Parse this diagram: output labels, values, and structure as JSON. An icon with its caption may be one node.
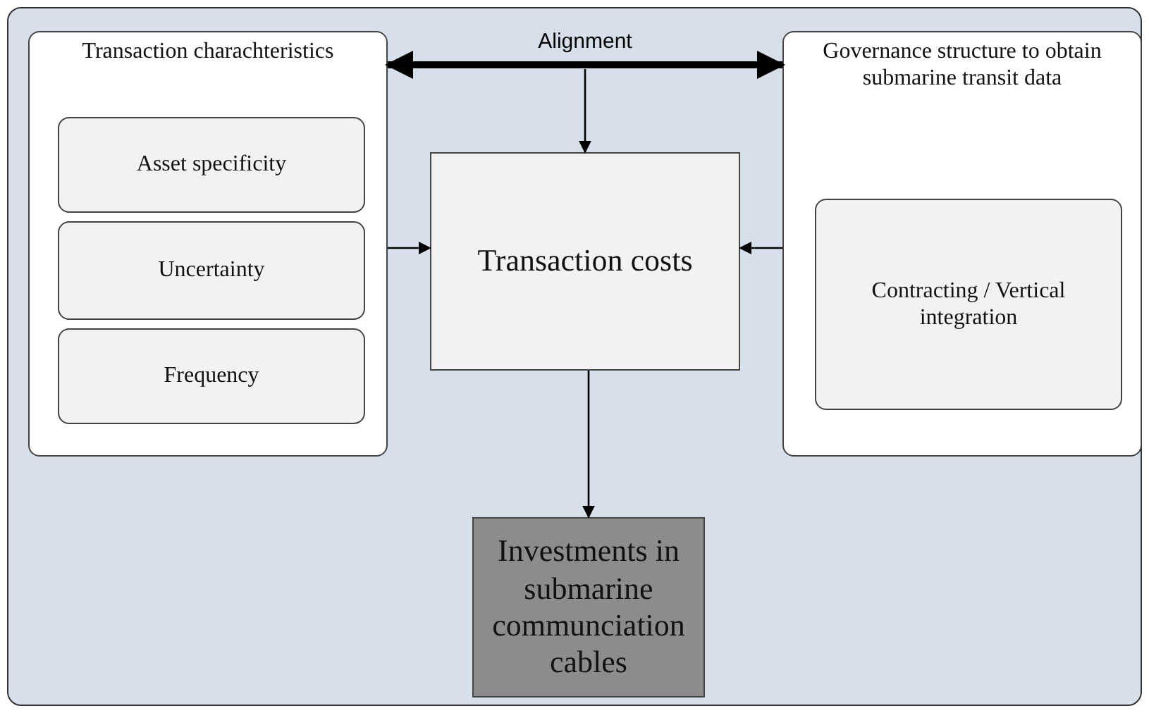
{
  "diagram": {
    "nodes": [
      {
        "text": [
          "Transaction charachteristics"
        ]
      },
      {
        "text": [
          "Asset specificity"
        ],
        "in": 0
      },
      {
        "text": [
          "Uncertainty"
        ],
        "in": 0
      },
      {
        "text": [
          "Frequency"
        ],
        "in": 0
      },
      {
        "text": [
          "Governance structure to obtain submarine transit data"
        ]
      },
      {
        "text": [
          "Contracting / Vertical integration"
        ],
        "in": 4
      },
      {
        "text": [
          "Transaction costs"
        ]
      },
      {
        "text": [
          "Investments in submarine communciation cables"
        ]
      }
    ],
    "edges": [
      {
        "from": 0,
        "to": 4,
        "arrow": "both",
        "label": "Alignment",
        "style": "thick"
      },
      {
        "from": null,
        "to": 6,
        "arrow": "to"
      },
      {
        "from": 0,
        "to": 6,
        "arrow": "to"
      },
      {
        "from": 4,
        "to": 6,
        "arrow": "to"
      },
      {
        "from": 6,
        "to": 7,
        "arrow": "to"
      }
    ]
  }
}
